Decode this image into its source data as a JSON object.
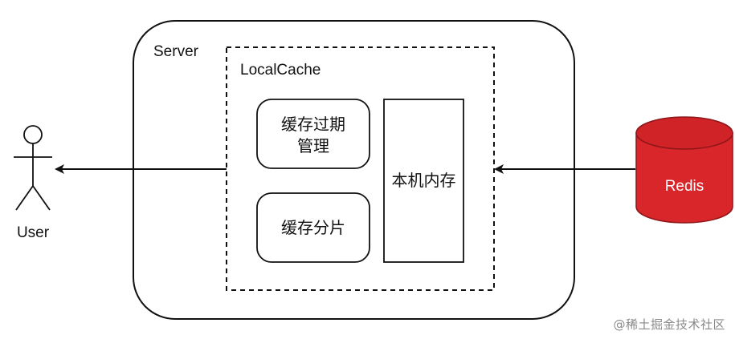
{
  "diagram": {
    "server_label": "Server",
    "localcache_label": "LocalCache",
    "cache_expiry_label_line1": "缓存过期",
    "cache_expiry_label_line2": "管理",
    "cache_shard_label": "缓存分片",
    "local_memory_label": "本机内存",
    "user_label": "User",
    "redis_label": "Redis",
    "colors": {
      "redis_fill": "#d8262b",
      "redis_top": "#cf2328",
      "redis_text": "#ffffff",
      "stroke": "#111111"
    }
  },
  "watermark": "@稀土掘金技术社区"
}
